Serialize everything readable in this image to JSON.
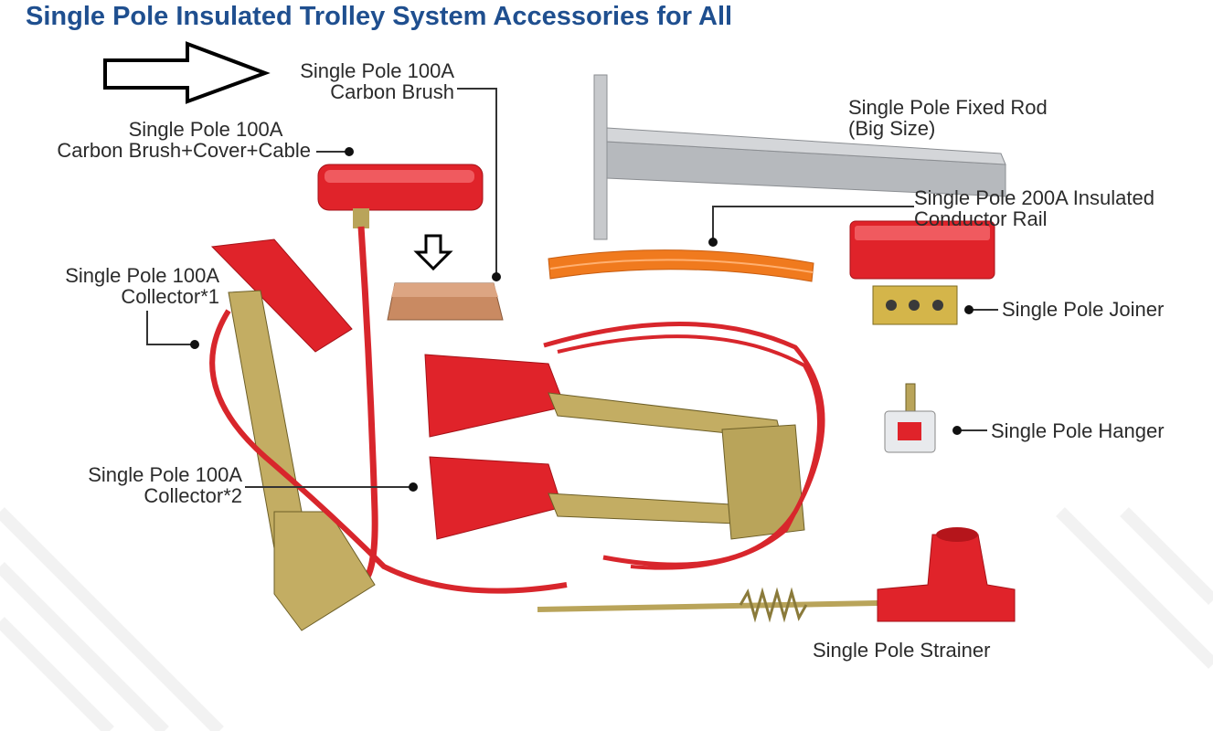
{
  "title": "Single Pole Insulated Trolley System Accessories for All",
  "labels": {
    "carbon_brush": [
      "Single Pole 100A",
      "Carbon Brush"
    ],
    "brush_cover_cable": [
      "Single Pole 100A",
      "Carbon Brush+Cover+Cable"
    ],
    "collector_1": [
      "Single Pole 100A",
      "Collector*1"
    ],
    "collector_2": [
      "Single Pole 100A",
      "Collector*2"
    ],
    "fixed_rod": [
      "Single Pole Fixed Rod",
      "(Big Size)"
    ],
    "conductor_rail": [
      "Single Pole 200A Insulated",
      "Conductor Rail"
    ],
    "joiner": "Single Pole Joiner",
    "hanger": "Single Pole Hanger",
    "strainer": "Single Pole Strainer"
  },
  "colors": {
    "title": "#1f4f8f",
    "insulator_red": "#e0232a",
    "rail_orange": "#f07a1e",
    "metal_brass": "#b9a45a",
    "rod_steel": "#a9acb0"
  }
}
